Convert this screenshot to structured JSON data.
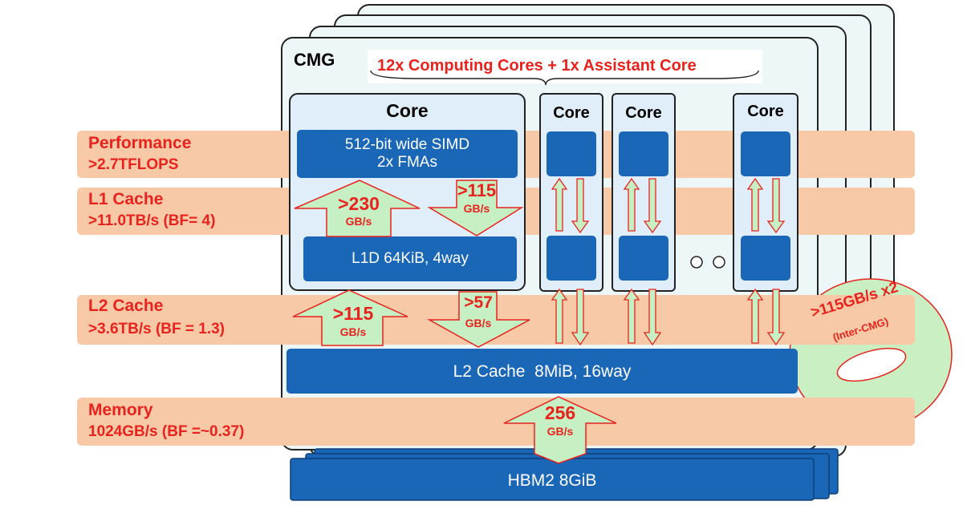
{
  "cmg": {
    "title": "CMG",
    "banner": "12x Computing Cores + 1x Assistant Core"
  },
  "bands": {
    "performance": {
      "title": "Performance",
      "value": ">2.7TFLOPS"
    },
    "l1": {
      "title": "L1 Cache",
      "value": ">11.0TB/s (BF= 4)"
    },
    "l2": {
      "title": "L2 Cache",
      "value": ">3.6TB/s (BF = 1.3)"
    },
    "memory": {
      "title": "Memory",
      "value": "1024GB/s (BF =~0.37)"
    }
  },
  "core_main": {
    "title": "Core",
    "simd_line1": "512-bit wide SIMD",
    "simd_line2": "2x FMAs",
    "l1d": "L1D 64KiB, 4way"
  },
  "small_cores": [
    "Core",
    "Core",
    "Core"
  ],
  "arrows": {
    "l1_up": {
      "value": ">230",
      "unit": "GB/s"
    },
    "l1_down": {
      "value": ">115",
      "unit": "GB/s"
    },
    "l2_up": {
      "value": ">115",
      "unit": "GB/s"
    },
    "l2_down": {
      "value": ">57",
      "unit": "GB/s"
    },
    "mem": {
      "value": "256",
      "unit": "GB/s"
    }
  },
  "l2_cache": "L2 Cache  8MiB, 16way",
  "hbm": "HBM2 8GiB",
  "ring": {
    "value": ">115GB/s x2",
    "note": "(Inter-CMG)"
  },
  "colors": {
    "band": "#f7c9a6",
    "block": "#1a67b8",
    "arrow_fill": "#c6efc3",
    "arrow_stroke": "#e8231d",
    "ring_fill": "#c9efc2",
    "accent": "#e8231d"
  }
}
